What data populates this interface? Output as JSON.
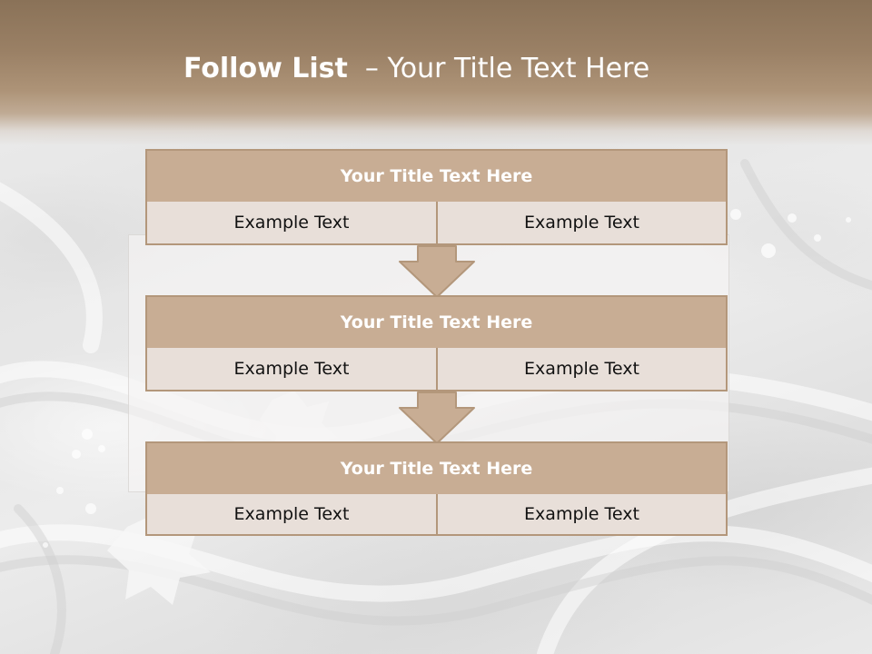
{
  "slide": {
    "title_bold": "Follow List",
    "title_dash": "–",
    "title_sub": "Your Title Text Here"
  },
  "steps": [
    {
      "title": "Your Title Text Here",
      "left_text": "Example Text",
      "right_text": "Example Text"
    },
    {
      "title": "Your Title Text Here",
      "left_text": "Example Text",
      "right_text": "Example Text"
    },
    {
      "title": "Your Title Text Here",
      "left_text": "Example Text",
      "right_text": "Example Text"
    }
  ],
  "colors": {
    "header_band": "#9a8065",
    "box_title_fill": "#c8ad94",
    "box_cell_fill": "#e8dfd9",
    "box_border": "#b3977b",
    "arrow_fill": "#c8ad94"
  }
}
